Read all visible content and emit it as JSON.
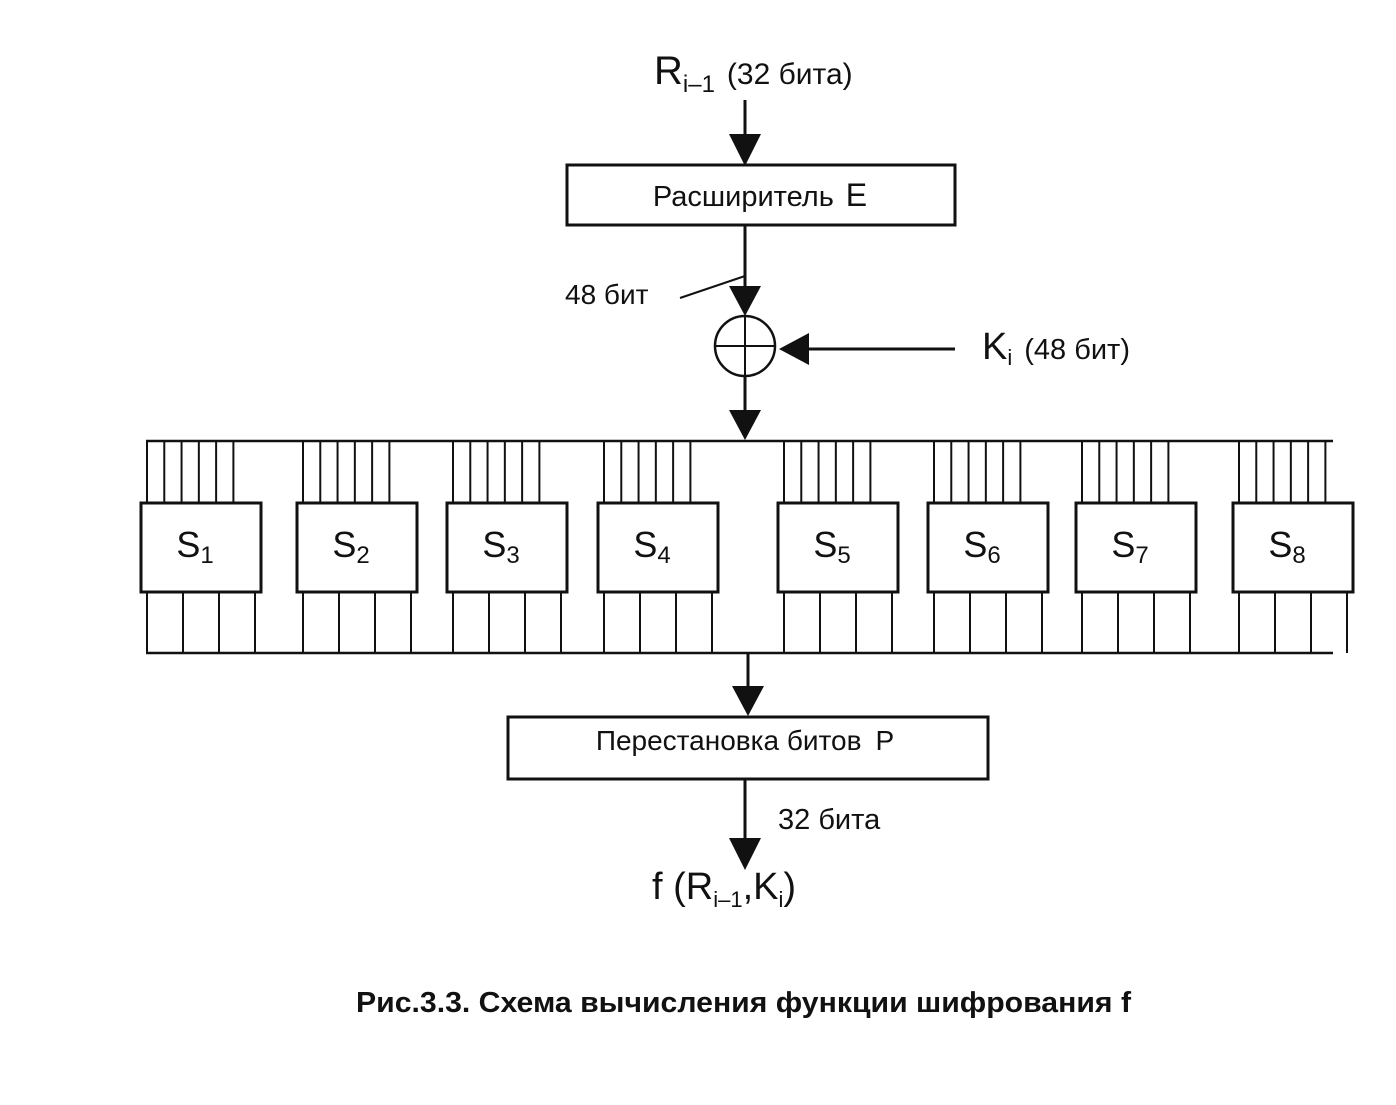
{
  "input": {
    "symbol": "R",
    "subscript": "i–1",
    "size": "(32 бита)"
  },
  "expander": {
    "label": "Расширитель",
    "letter": "E"
  },
  "expanded_bits": "48 бит",
  "key": {
    "symbol": "K",
    "subscript": "i",
    "size": "(48 бит)"
  },
  "sboxes": [
    {
      "symbol": "S",
      "index": "1"
    },
    {
      "symbol": "S",
      "index": "2"
    },
    {
      "symbol": "S",
      "index": "3"
    },
    {
      "symbol": "S",
      "index": "4"
    },
    {
      "symbol": "S",
      "index": "5"
    },
    {
      "symbol": "S",
      "index": "6"
    },
    {
      "symbol": "S",
      "index": "7"
    },
    {
      "symbol": "S",
      "index": "8"
    }
  ],
  "permutation": {
    "label": "Перестановка битов",
    "letter": "P"
  },
  "output_bits": "32 бита",
  "output": {
    "prefix": "f (R",
    "sub1": "i–1",
    "middle": ",K",
    "sub2": "i",
    "suffix": ")"
  },
  "caption": "Рис.3.3. Схема вычисления функции шифрования f",
  "colors": {
    "ink": "#111111",
    "background": "#ffffff"
  }
}
